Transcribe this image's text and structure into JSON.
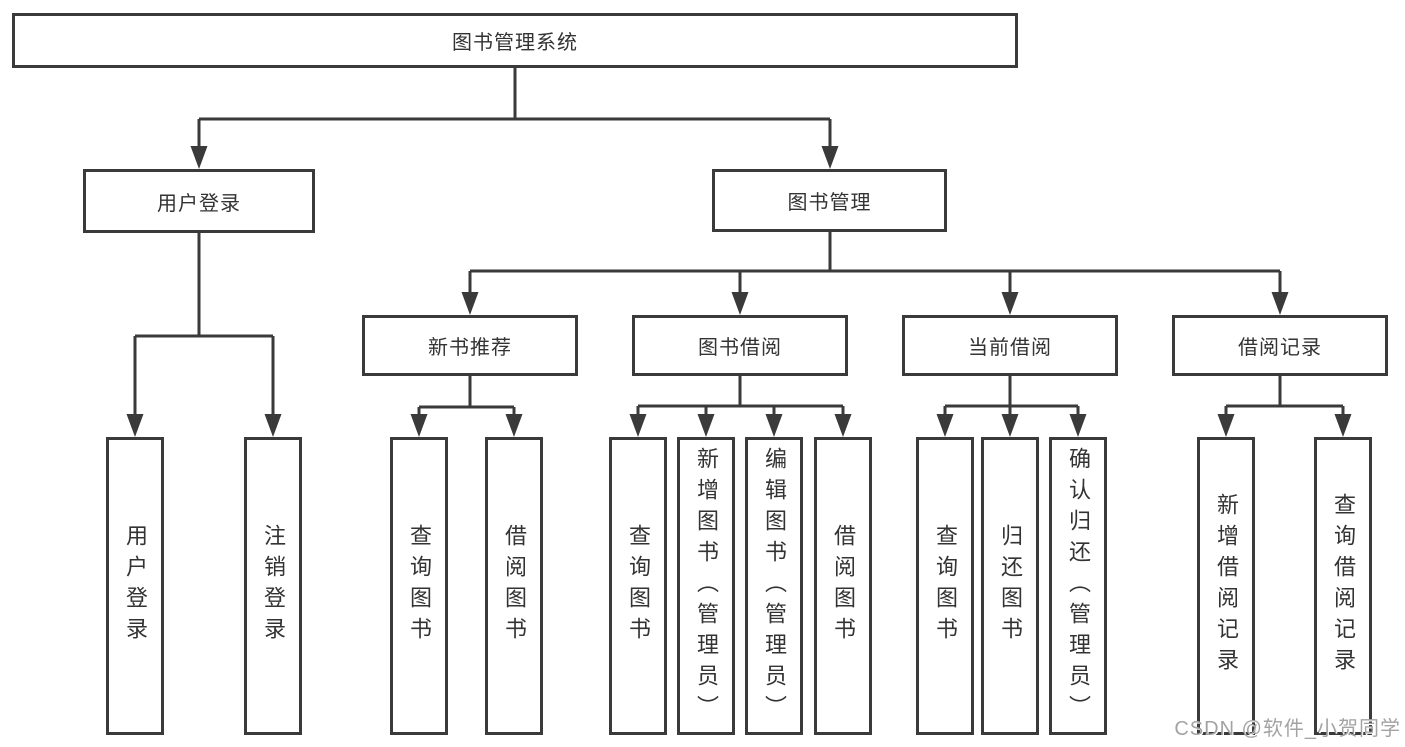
{
  "diagram": {
    "title": "图书管理系统",
    "modules": [
      {
        "label": "用户登录",
        "features": [
          {
            "label": "用户登录"
          },
          {
            "label": "注销登录"
          }
        ]
      },
      {
        "label": "图书管理",
        "submodules": [
          {
            "label": "新书推荐",
            "features": [
              {
                "label": "查询图书"
              },
              {
                "label": "借阅图书"
              }
            ]
          },
          {
            "label": "图书借阅",
            "features": [
              {
                "label": "查询图书"
              },
              {
                "label": "新增图书（管理员）"
              },
              {
                "label": "编辑图书（管理员）"
              },
              {
                "label": "借阅图书"
              }
            ]
          },
          {
            "label": "当前借阅",
            "features": [
              {
                "label": "查询图书"
              },
              {
                "label": "归还图书"
              },
              {
                "label": "确认归还（管理员）"
              }
            ]
          },
          {
            "label": "借阅记录",
            "features": [
              {
                "label": "新增借阅记录"
              },
              {
                "label": "查询借阅记录"
              }
            ]
          }
        ]
      }
    ]
  },
  "watermark": {
    "text": "CSDN @软件_小贺同学",
    "color": "#a3a3a3"
  },
  "colors": {
    "line": "#3a3a3a",
    "text": "#333333",
    "background": "#ffffff"
  }
}
